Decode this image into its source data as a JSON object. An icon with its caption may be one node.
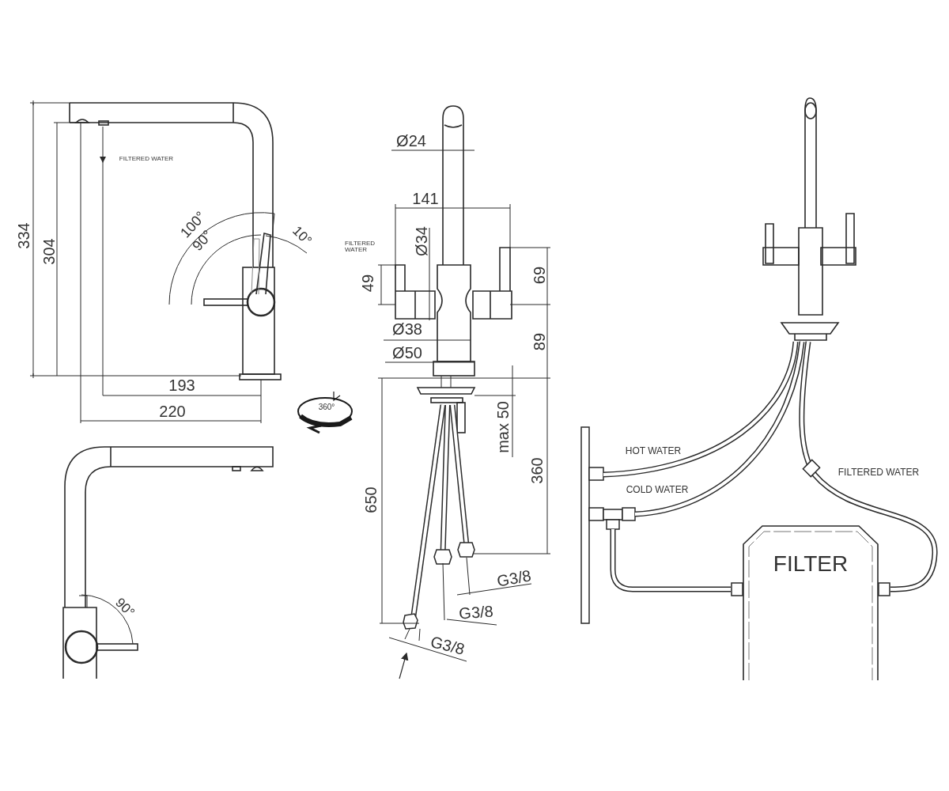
{
  "diagram": {
    "nodes": [
      {
        "text": [
          "FILTER"
        ]
      },
      {
        "text": [],
        "shape": "picture"
      },
      {
        "text": [],
        "shape": "picture"
      }
    ],
    "edges": [
      {
        "from": 1,
        "to": 2,
        "arrow": "none"
      },
      {
        "from": 1,
        "to": 2,
        "arrow": "none"
      },
      {
        "from": 1,
        "to": 0,
        "arrow": "none"
      },
      {
        "from": 2,
        "to": 0,
        "arrow": "none"
      }
    ],
    "labels": [
      "334",
      "304",
      "FILTERED WATER",
      "100°",
      "90°",
      "10°",
      "193",
      "220",
      "360°",
      "90°",
      "Ø24",
      "141",
      "FILTERED WATER",
      "Ø34",
      "49",
      "69",
      "Ø38",
      "89",
      "Ø50",
      "max 50",
      "360",
      "650",
      "G3/8",
      "G3/8",
      "G3/8",
      "HOT WATER",
      "COLD WATER",
      "FILTERED WATER"
    ]
  }
}
